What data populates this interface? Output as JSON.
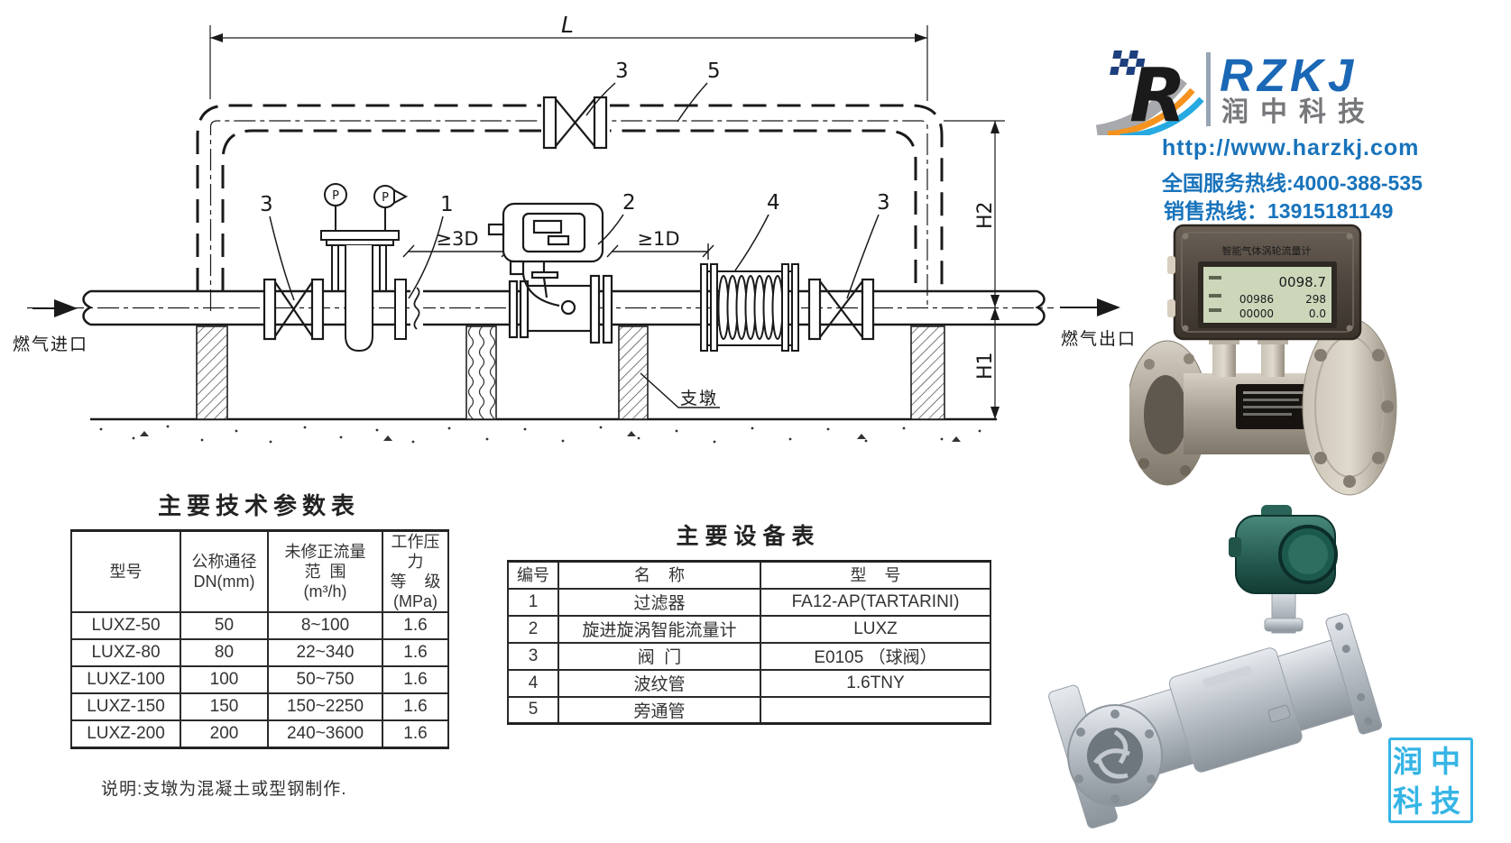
{
  "diagram": {
    "dim_l": "L",
    "dim_h2": "H2",
    "dim_h1": "H1",
    "dim_3d": "≥3D",
    "dim_1d": "≥1D",
    "inlet_label": "燃气进口",
    "outlet_label": "燃气出口",
    "support_label": "支墩",
    "gauge": "P",
    "callouts": {
      "filter": "1",
      "meter": "2",
      "valve": "3",
      "bellows": "4",
      "bypass": "5"
    }
  },
  "params_table": {
    "title": "主要技术参数表",
    "headers": {
      "c1": "型号",
      "c2l1": "公称通径",
      "c2l2": "DN(mm)",
      "c3l1": "未修正流量",
      "c3l2": "范  围",
      "c3l3": "(m³/h)",
      "c4l1": "工作压力",
      "c4l2": "等    级",
      "c4l3": "(MPa)"
    },
    "rows": [
      {
        "model": "LUXZ-50",
        "dn": "50",
        "range": "8~100",
        "mpa": "1.6"
      },
      {
        "model": "LUXZ-80",
        "dn": "80",
        "range": "22~340",
        "mpa": "1.6"
      },
      {
        "model": "LUXZ-100",
        "dn": "100",
        "range": "50~750",
        "mpa": "1.6"
      },
      {
        "model": "LUXZ-150",
        "dn": "150",
        "range": "150~2250",
        "mpa": "1.6"
      },
      {
        "model": "LUXZ-200",
        "dn": "200",
        "range": "240~3600",
        "mpa": "1.6"
      }
    ],
    "note": "说明:支墩为混凝土或型钢制作."
  },
  "equipment_table": {
    "title": "主要设备表",
    "headers": {
      "no": "编号",
      "name": "名    称",
      "model": "型    号"
    },
    "rows": [
      {
        "no": "1",
        "name": "过滤器",
        "model": "FA12-AP(TARTARINI)"
      },
      {
        "no": "2",
        "name": "旋进旋涡智能流量计",
        "model": "LUXZ"
      },
      {
        "no": "3",
        "name": "阀  门",
        "model": "E0105 （球阀）"
      },
      {
        "no": "4",
        "name": "波纹管",
        "model": "1.6TNY"
      },
      {
        "no": "5",
        "name": "旁通管",
        "model": ""
      }
    ]
  },
  "branding": {
    "logo_acronym": "RZKJ",
    "logo_cn": "润中科技",
    "website": "http://www.harzkj.com",
    "hotline_national": "全国服务热线:4000-388-535",
    "hotline_sales": "销售热线：13915181149",
    "watermark_l1": "润中",
    "watermark_l2": "科技",
    "colors": {
      "text_blue": "#1873bb",
      "logo_blue": "#1a67b5",
      "logo_gray": "#77787b",
      "accent_orange": "#f6921e",
      "accent_cyan": "#27aae1",
      "watermark_cyan": "#35b5e5"
    }
  },
  "photo1": {
    "panel_title": "智能气体涡轮流量计",
    "lcd_main": "0098.7",
    "lcd_l2a": "00986",
    "lcd_l2b": "298",
    "lcd_l3a": "00000",
    "lcd_l3b": "0.0"
  }
}
